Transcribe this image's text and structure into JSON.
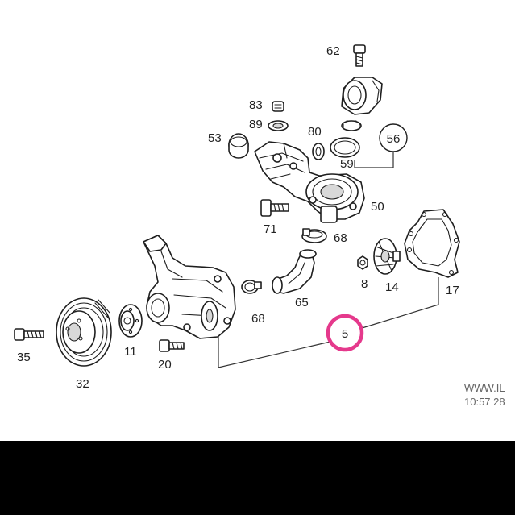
{
  "labels": {
    "l62": "62",
    "l83": "83",
    "l89": "89",
    "l80": "80",
    "l53": "53",
    "l56": "56",
    "l59": "59",
    "l50": "50",
    "l71": "71",
    "l68a": "68",
    "l8": "8",
    "l14": "14",
    "l17": "17",
    "l65": "65",
    "l68b": "68",
    "l5": "5",
    "l11": "11",
    "l20": "20",
    "l35": "35",
    "l32": "32"
  },
  "watermark": {
    "line1": "WWW.IL",
    "line2": "10:57 28"
  },
  "colors": {
    "highlight": "#e5398c",
    "ink": "#1e1e1e",
    "background": "#ffffff",
    "bottom_bar": "#000000"
  }
}
